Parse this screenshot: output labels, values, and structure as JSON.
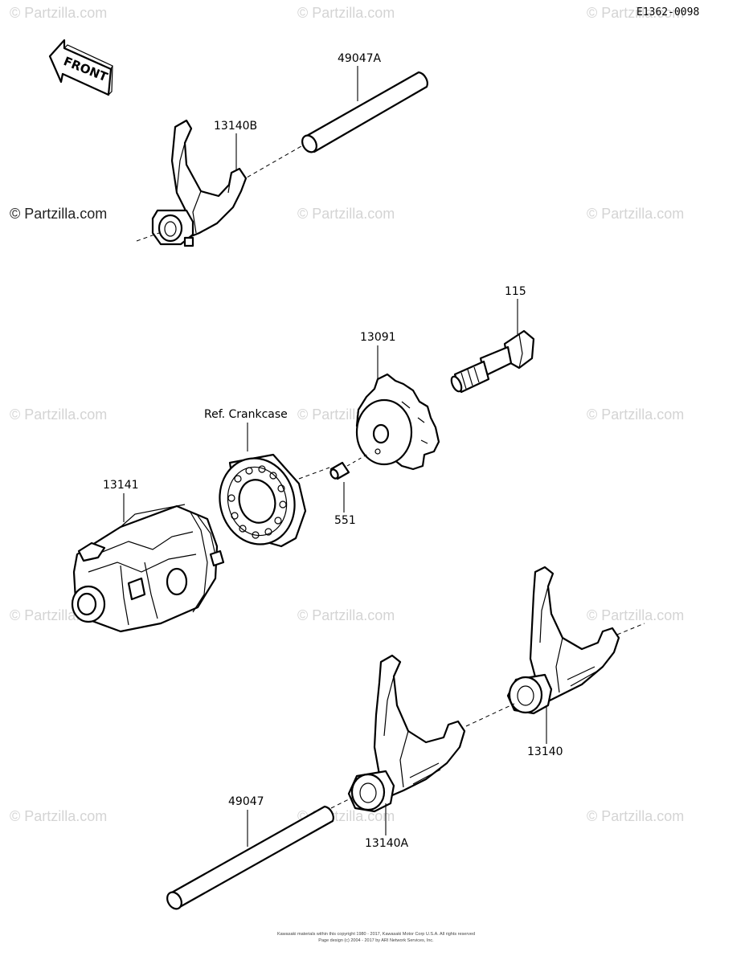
{
  "diagram_code": "E1362-0098",
  "front_label": "FRONT",
  "ref_label": "Ref. Crankcase",
  "watermark": "© Partzilla.com",
  "parts": {
    "p49047A": "49047A",
    "p13140B": "13140B",
    "p115": "115",
    "p13091": "13091",
    "p13141": "13141",
    "p551": "551",
    "p13140": "13140",
    "p49047": "49047",
    "p13140A": "13140A"
  },
  "footer": {
    "line1": "Kawasaki materials within this copyright 1980 - 2017, Kawasaki Motor Corp U.S.A. All rights reserved",
    "line2": "Page design (c) 2004 - 2017 by ARI Network Services, Inc."
  }
}
